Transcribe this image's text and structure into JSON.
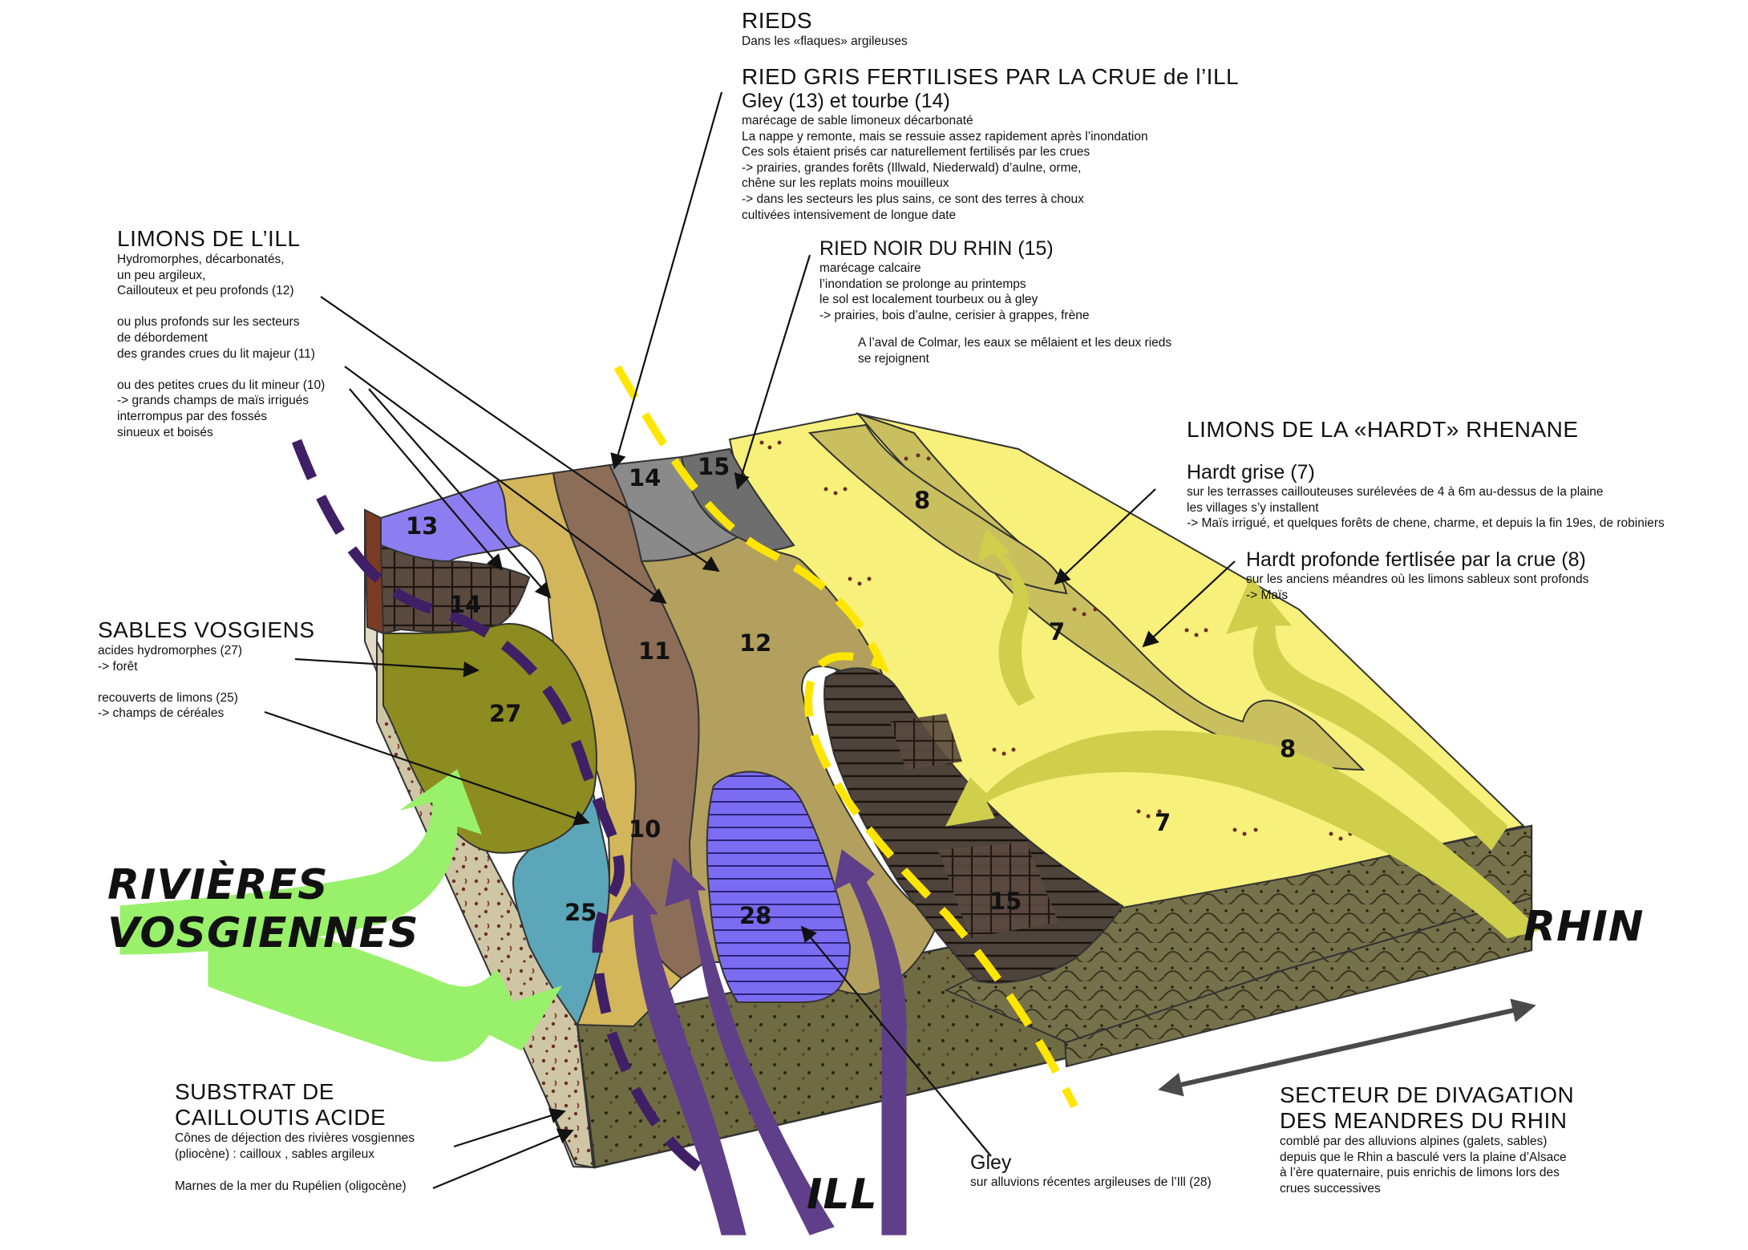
{
  "rieds": {
    "title": "RIEDS",
    "lines": [
      "Dans les «flaques» argileuses"
    ]
  },
  "ried_gris": {
    "title": "RIED GRIS FERTILISES PAR LA CRUE de l’ILL",
    "subtitle": "Gley (13) et tourbe (14)",
    "lines": [
      "marécage de sable limoneux décarbonaté",
      "La nappe y remonte, mais se ressuie assez rapidement après l’inondation",
      "Ces sols étaient prisés car naturellement fertilisés par les crues",
      "-> prairies, grandes forêts (Illwald, Niederwald) d’aulne, orme,",
      "chêne sur les replats moins mouilleux",
      "-> dans les secteurs les plus sains, ce sont des terres à choux",
      "cultivées intensivement de longue date"
    ]
  },
  "ried_noir": {
    "title": "RIED NOIR DU RHIN (15)",
    "lines": [
      "marécage calcaire",
      "l’inondation se prolonge au printemps",
      "le sol est localement tourbeux ou à gley",
      "-> prairies, bois d’aulne, cerisier à grappes, frène"
    ],
    "note": [
      "A l’aval de Colmar, les eaux se mêlaient et les deux rieds",
      "se rejoignent"
    ]
  },
  "limons_ill": {
    "title": "LIMONS DE L’ILL",
    "lines": [
      "Hydromorphes, décarbonatés,",
      "un peu argileux,",
      "Caillouteux et peu profonds (12)",
      "",
      "ou plus profonds sur les secteurs",
      "de débordement",
      "des grandes crues du lit majeur (11)",
      "",
      "ou des petites crues du lit mineur (10)",
      "-> grands champs de maïs irrigués",
      "interrompus par des fossés",
      "sinueux et boisés"
    ]
  },
  "limons_hardt": {
    "title": "LIMONS DE LA «HARDT» RHENANE"
  },
  "hardt_grise": {
    "subtitle": "Hardt grise (7)",
    "lines": [
      "sur les terrasses caillouteuses surélevées de 4 à 6m au-dessus de la plaine",
      "les villages s’y installent",
      "-> Maïs irrigué, et quelques forêts de chene, charme, et depuis la fin 19es, de robiniers"
    ]
  },
  "hardt_profonde": {
    "subtitle": "Hardt profonde fertlisée par la crue (8)",
    "lines": [
      "sur les anciens méandres où les limons sableux sont profonds",
      "-> Maïs"
    ]
  },
  "sables_vosgiens": {
    "title": "SABLES VOSGIENS",
    "lines": [
      "acides hydromorphes  (27)",
      "-> forêt",
      "",
      "recouverts de limons (25)",
      "-> champs de céréales"
    ]
  },
  "substrat": {
    "title_lines": [
      "SUBSTRAT DE",
      "CAILLOUTIS ACIDE"
    ],
    "lines": [
      "Cônes de déjection des rivières vosgiennes",
      "(pliocène) : cailloux , sables argileux"
    ],
    "note": "Marnes de la mer du Rupélien (oligocène)"
  },
  "gley_28": {
    "subtitle": "Gley",
    "lines": [
      "sur alluvions récentes argileuses de l’Ill (28)"
    ]
  },
  "secteur": {
    "title_lines": [
      "SECTEUR DE DIVAGATION",
      "DES MEANDRES DU RHIN"
    ],
    "lines": [
      "comblé par des alluvions alpines (galets, sables)",
      "depuis que le Rhin a basculé vers la plaine d’Alsace",
      "à l’ère quaternaire, puis enrichis de limons lors des",
      "crues successives"
    ]
  },
  "big_labels": {
    "rivieres_1": "RIVIÈRES",
    "rivieres_2": "VOSGIENNES",
    "rhin": "RHIN",
    "ill": "ILL"
  },
  "zones": {
    "z13": "13",
    "z14": "14",
    "z14b": "14",
    "z15a": "15",
    "z15b": "15",
    "z12": "12",
    "z11": "11",
    "z10": "10",
    "z27": "27",
    "z25": "25",
    "z28": "28",
    "z8a": "8",
    "z8b": "8",
    "z7a": "7",
    "z7b": "7"
  },
  "colors": {
    "purple_dashed": "#3f2066",
    "yellow_dashed": "#ffe600",
    "vosges_arrow": "#99f06a",
    "rhin_arrow": "#cfcf4c",
    "ill_arrow": "#5f3f8a",
    "gley_blue": "#7c6cf2",
    "sable_green": "#8c8c20",
    "limon_blue": "#5ba6b8",
    "limon_10": "#d3b65a",
    "limon_11": "#8c6e58",
    "limon_12": "#b3a05e",
    "ried_gris": "#8a8a8a",
    "ried_noir": "#4e443c",
    "hardt_7": "#f7f07a",
    "hardt_8": "#c9bf5e"
  }
}
